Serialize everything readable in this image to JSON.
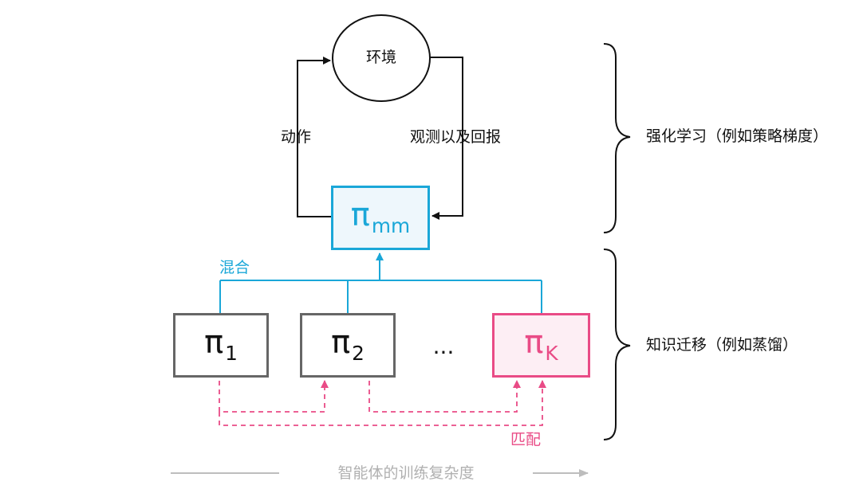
{
  "environment": {
    "label": "环境"
  },
  "edges": {
    "action": "动作",
    "observation_reward": "观测以及回报",
    "mix": "混合",
    "match": "匹配"
  },
  "policies": {
    "mm": {
      "symbol": "π",
      "subscript": "mm"
    },
    "p1": {
      "symbol": "π",
      "subscript": "1"
    },
    "p2": {
      "symbol": "π",
      "subscript": "2"
    },
    "pk": {
      "symbol": "π",
      "subscript": "K"
    },
    "ellipsis": "..."
  },
  "braces": {
    "rl": "强化学习（例如策略梯度）",
    "kt": "知识迁移（例如蒸馏）"
  },
  "axis": {
    "label": "智能体的训练复杂度"
  },
  "colors": {
    "blue": "#1aa7d8",
    "pink": "#e94b86",
    "gray": "#666666",
    "axis": "#bdbdbd"
  }
}
